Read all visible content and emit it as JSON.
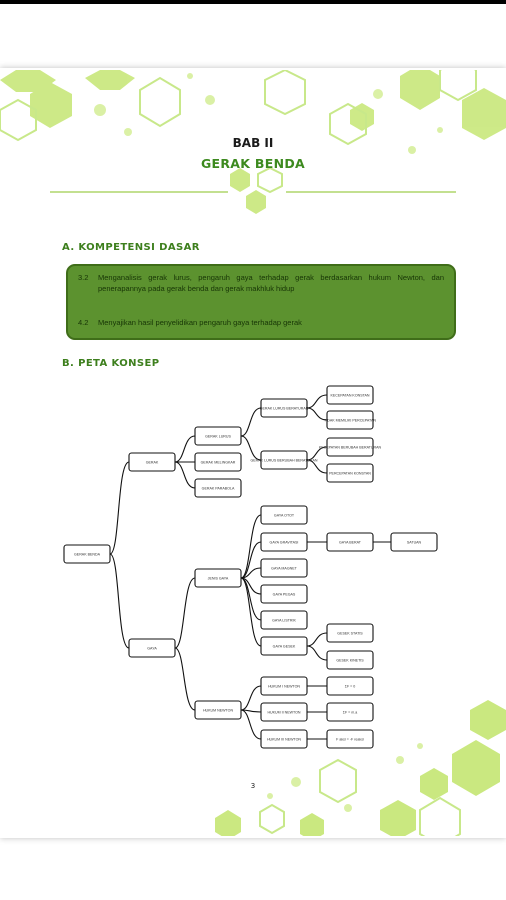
{
  "chapter": "BAB II",
  "chapter_title": "GERAK BENDA",
  "section_a": "A. KOMPETENSI DASAR",
  "competencies": [
    {
      "num": "3.2",
      "text": "Menganalisis gerak lurus, pengaruh gaya terhadap gerak berdasarkan hukum Newton, dan penerapannya pada gerak benda dan gerak makhluk hidup"
    },
    {
      "num": "4.2",
      "text": "Menyajikan hasil penyelidikan pengaruh gaya terhadap gerak"
    }
  ],
  "section_b": "B. PETA KONSEP",
  "page_number": "3",
  "concept_map_nodes": [
    {
      "id": "root",
      "label": "GERAK BENDA"
    },
    {
      "id": "a1",
      "label": "GERAK"
    },
    {
      "id": "a2",
      "label": "GAYA"
    },
    {
      "id": "b1",
      "label": "GERAK LURUS"
    },
    {
      "id": "b2",
      "label": "GERAK MELINGKAR"
    },
    {
      "id": "b3",
      "label": "GERAK PARABOLA"
    },
    {
      "id": "c1",
      "label": "GERAK LURUS BERATURAN"
    },
    {
      "id": "c2",
      "label": "GERAK LURUS BERUBAH BERATURAN"
    },
    {
      "id": "d1",
      "label": "KECEPATAN KONSTAN"
    },
    {
      "id": "d2",
      "label": "TIDAK MEMILIKI PERCEPATAN"
    },
    {
      "id": "d3",
      "label": "KECEPATAN BERUBAH BERATURAN"
    },
    {
      "id": "d4",
      "label": "PERCEPATAN KONSTAN"
    },
    {
      "id": "e1",
      "label": "JENIS GAYA"
    },
    {
      "id": "f1",
      "label": "GAYA OTOT"
    },
    {
      "id": "f2",
      "label": "GAYA GRAVITASI"
    },
    {
      "id": "f3",
      "label": "GAYA MAGNET"
    },
    {
      "id": "f4",
      "label": "GAYA PEGAS"
    },
    {
      "id": "f5",
      "label": "GAYA LISTRIK"
    },
    {
      "id": "f6",
      "label": "GAYA GESEK"
    },
    {
      "id": "g1",
      "label": "GAYA BERAT"
    },
    {
      "id": "g2",
      "label": "SATUAN"
    },
    {
      "id": "g3",
      "label": "GESEK STATIS"
    },
    {
      "id": "g4",
      "label": "GESEK KINETIS"
    },
    {
      "id": "e2",
      "label": "HUKUM NEWTON"
    },
    {
      "id": "h1",
      "label": "HUKUM I NEWTON"
    },
    {
      "id": "h2",
      "label": "HUKUM II NEWTON"
    },
    {
      "id": "h3",
      "label": "HUKUM III NEWTON"
    },
    {
      "id": "i1",
      "label": "ΣF = 0"
    },
    {
      "id": "i2",
      "label": "ΣF = m.a"
    },
    {
      "id": "i3",
      "label": "F aksi = -F reaksi"
    }
  ]
}
